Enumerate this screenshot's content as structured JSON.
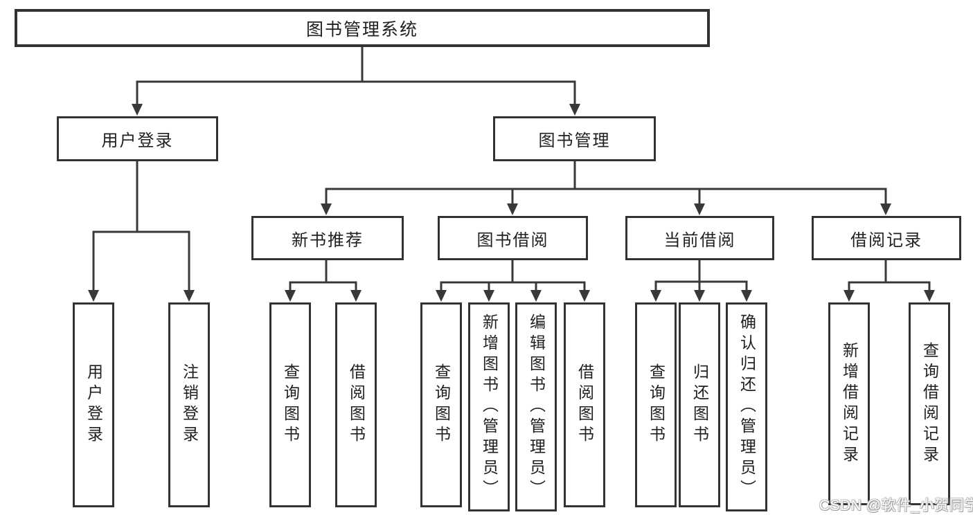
{
  "diagram": {
    "title": "图书管理系统",
    "nodes": {
      "root": {
        "label": "图书管理系统"
      },
      "user_login": {
        "label": "用户登录"
      },
      "book_mgmt": {
        "label": "图书管理"
      },
      "new_book_rec": {
        "label": "新书推荐"
      },
      "book_borrow": {
        "label": "图书借阅"
      },
      "current_borrow": {
        "label": "当前借阅"
      },
      "borrow_records": {
        "label": "借阅记录"
      },
      "leaf_user_login": {
        "label": "用户登录"
      },
      "leaf_logout": {
        "label": "注销登录"
      },
      "leaf_query_book_rec": {
        "label": "查询图书"
      },
      "leaf_borrow_book_rec": {
        "label": "借阅图书"
      },
      "leaf_query_book_borrow": {
        "label": "查询图书"
      },
      "leaf_add_book": {
        "label": "新增图书（管理员）"
      },
      "leaf_edit_book": {
        "label": "编辑图书（管理员）"
      },
      "leaf_borrow_book": {
        "label": "借阅图书"
      },
      "leaf_query_book_current": {
        "label": "查询图书"
      },
      "leaf_return_book": {
        "label": "归还图书"
      },
      "leaf_confirm_return": {
        "label": "确认归还（管理员）"
      },
      "leaf_add_borrow_record": {
        "label": "新增借阅记录"
      },
      "leaf_query_borrow_record": {
        "label": "查询借阅记录"
      }
    },
    "hierarchy": {
      "图书管理系统": {
        "用户登录": [
          "用户登录",
          "注销登录"
        ],
        "图书管理": {
          "新书推荐": [
            "查询图书",
            "借阅图书"
          ],
          "图书借阅": [
            "查询图书",
            "新增图书（管理员）",
            "编辑图书（管理员）",
            "借阅图书"
          ],
          "当前借阅": [
            "查询图书",
            "归还图书",
            "确认归还（管理员）"
          ],
          "借阅记录": [
            "新增借阅记录",
            "查询借阅记录"
          ]
        }
      }
    },
    "watermark": "CSDN @软件_小贺同学",
    "colors": {
      "line": "#383838",
      "border": "#333333",
      "text": "#1f1f1f",
      "background": "#ffffff",
      "watermark_text": "#ffffff"
    }
  }
}
